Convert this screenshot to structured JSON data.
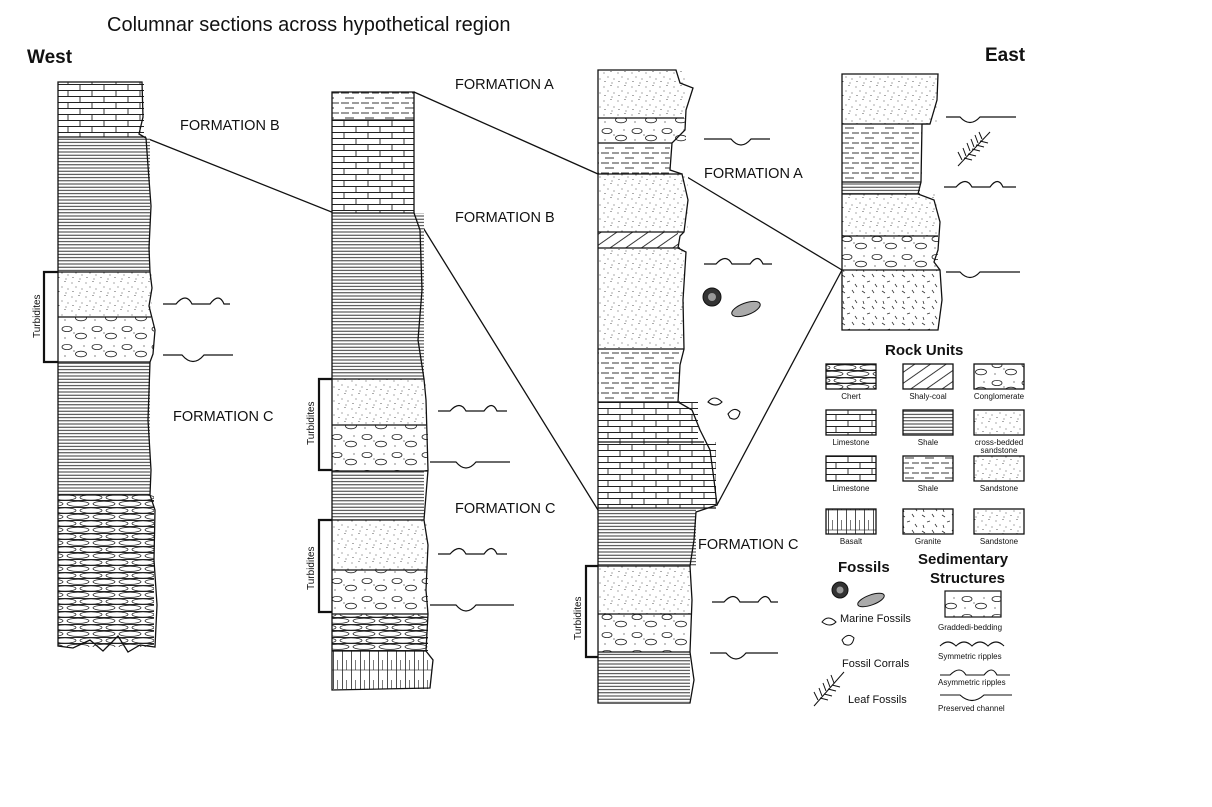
{
  "title": "Columnar sections across hypothetical region",
  "directions": {
    "west": "West",
    "east": "East"
  },
  "formations": {
    "col2_a": "FORMATION A",
    "col3_a": "FORMATION A",
    "col1_b": "FORMATION B",
    "col2_b": "FORMATION  B",
    "col1_c": "FORMATION C",
    "col2_c": "FORMATION C",
    "col3_c": "FORMATION C"
  },
  "turbidites_label": "Turbidites",
  "legend": {
    "rock_units_title": "Rock Units",
    "rock_units": [
      {
        "label": "Chert",
        "pattern": "chert"
      },
      {
        "label": "Shaly-coal",
        "pattern": "coal"
      },
      {
        "label": "Conglomerate",
        "pattern": "conglomerate"
      },
      {
        "label": "Limestone",
        "pattern": "limestone"
      },
      {
        "label": "Shale",
        "pattern": "shale"
      },
      {
        "label": "cross-bedded sandstone",
        "pattern": "sandstone"
      },
      {
        "label": "Limestone",
        "pattern": "limestone"
      },
      {
        "label": "Shale",
        "pattern": "shale-dash"
      },
      {
        "label": "Sandstone",
        "pattern": "sandstone"
      },
      {
        "label": "Basalt",
        "pattern": "basalt"
      },
      {
        "label": "Granite",
        "pattern": "granite"
      },
      {
        "label": "Sandstone",
        "pattern": "sandstone"
      }
    ],
    "fossils_title": "Fossils",
    "fossils": [
      "Marine Fossils",
      "Fossil Corrals",
      "Leaf Fossils"
    ],
    "sedimentary_title_1": "Sedimentary",
    "sedimentary_title_2": "Structures",
    "structures": [
      "Graddedi-bedding",
      "Symmetric ripples",
      "Asymmetric ripples",
      "Preserved channel"
    ]
  }
}
